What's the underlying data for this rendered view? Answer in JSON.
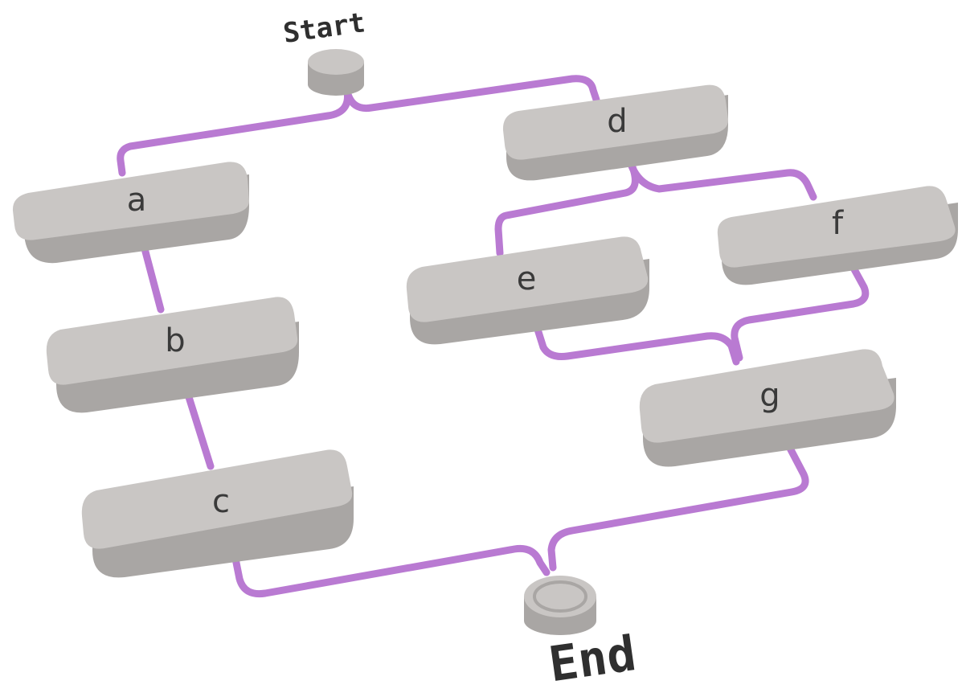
{
  "diagram": {
    "colors": {
      "background": "#ffffff",
      "edge": "#b97ad2",
      "node_top": "#c9c6c4",
      "node_side": "#a9a6a4",
      "node_side_dark": "#8f8c8a",
      "text": "#3a3a3a"
    },
    "start_label": "Start",
    "end_label": "End",
    "nodes": [
      {
        "id": "a",
        "label": "a"
      },
      {
        "id": "b",
        "label": "b"
      },
      {
        "id": "c",
        "label": "c"
      },
      {
        "id": "d",
        "label": "d"
      },
      {
        "id": "e",
        "label": "e"
      },
      {
        "id": "f",
        "label": "f"
      },
      {
        "id": "g",
        "label": "g"
      }
    ],
    "edges": [
      {
        "from": "start",
        "to": "a"
      },
      {
        "from": "start",
        "to": "d"
      },
      {
        "from": "a",
        "to": "b"
      },
      {
        "from": "b",
        "to": "c"
      },
      {
        "from": "c",
        "to": "end"
      },
      {
        "from": "d",
        "to": "e"
      },
      {
        "from": "d",
        "to": "f"
      },
      {
        "from": "e",
        "to": "g"
      },
      {
        "from": "f",
        "to": "g"
      },
      {
        "from": "g",
        "to": "end"
      }
    ]
  }
}
